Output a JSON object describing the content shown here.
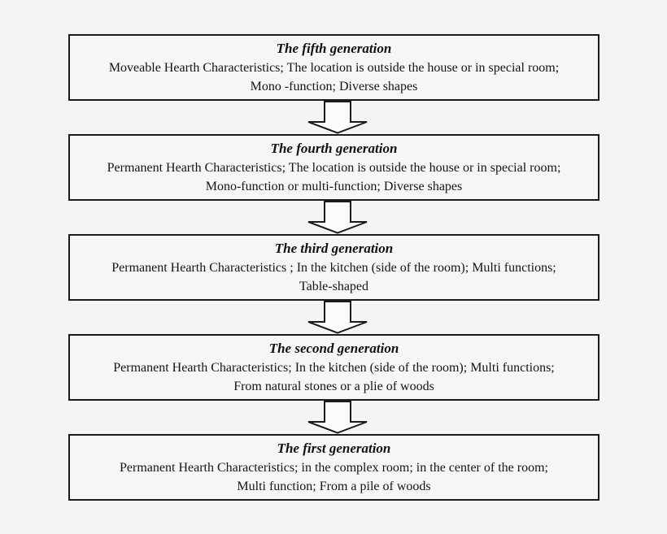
{
  "page": {
    "background_color": "#f5f4f2",
    "box_fill_color": "#f7f6f5",
    "box_border_color": "#1b1b1b",
    "arrow_fill_color": "#fcfcfb",
    "arrow_outline_color": "#1b1b1b"
  },
  "flowchart": {
    "boxes": [
      {
        "title": "The fifth generation",
        "line1": "Moveable Hearth Characteristics; The location is outside the house or in special room;",
        "line2": "Mono -function; Diverse shapes"
      },
      {
        "title": "The fourth generation",
        "line1": "Permanent Hearth Characteristics; The location is outside the house or in special room;",
        "line2": "Mono-function or multi-function; Diverse shapes"
      },
      {
        "title": "The third generation",
        "line1": "Permanent Hearth Characteristics ; In the kitchen (side of the room); Multi functions;",
        "line2": "Table-shaped"
      },
      {
        "title": "The second generation",
        "line1": "Permanent Hearth Characteristics; In the kitchen (side of the room); Multi functions;",
        "line2": "From natural stones or a plie of woods"
      },
      {
        "title": "The first generation",
        "line1": "Permanent Hearth Characteristics; in the complex room; in the center of the room;",
        "line2": "Multi function; From a pile of woods"
      }
    ]
  }
}
